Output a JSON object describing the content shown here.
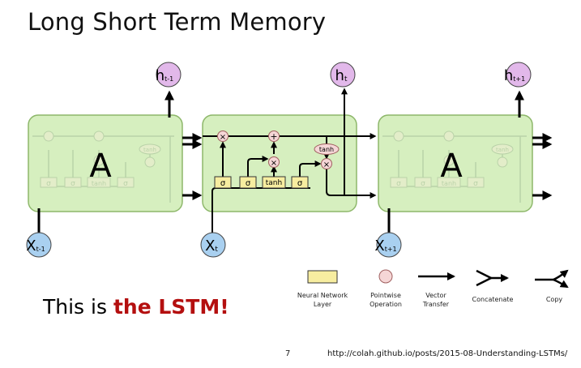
{
  "slide": {
    "title": "Long Short Term Memory",
    "subtitle_prefix": "This is ",
    "subtitle_emphasis": "the LSTM!",
    "page_number": "7",
    "source_url": "http://colah.github.io/posts/2015-08-Understanding-LSTMs/"
  },
  "diagram": {
    "module_label": "A",
    "outputs": [
      {
        "base": "h",
        "sub": "t-1"
      },
      {
        "base": "h",
        "sub": "t"
      },
      {
        "base": "h",
        "sub": "t+1"
      }
    ],
    "inputs": [
      {
        "base": "X",
        "sub": "t-1"
      },
      {
        "base": "X",
        "sub": "t"
      },
      {
        "base": "X",
        "sub": "t+1"
      }
    ],
    "gates": [
      "σ",
      "σ",
      "tanh",
      "σ"
    ],
    "ops": [
      "×",
      "+",
      "×",
      "×"
    ],
    "tanh_op": "tanh",
    "ghost_gates": [
      "σ",
      "σ",
      "tanh",
      "σ"
    ],
    "ghost_tanh": "tanh"
  },
  "legend": {
    "items": [
      {
        "label_line1": "Neural Network",
        "label_line2": "Layer"
      },
      {
        "label_line1": "Pointwise",
        "label_line2": "Operation"
      },
      {
        "label_line1": "Vector",
        "label_line2": "Transfer"
      },
      {
        "label_line1": "Concatenate",
        "label_line2": ""
      },
      {
        "label_line1": "Copy",
        "label_line2": ""
      }
    ]
  },
  "colors": {
    "module_fill": "#d6efbf",
    "module_stroke": "#8db76a",
    "input_circle": "#a9d0f0",
    "output_circle": "#e2b8ea",
    "gate_fill": "#f7eda0",
    "op_fill": "#f5d6d6",
    "emphasis": "#b40f0f"
  }
}
